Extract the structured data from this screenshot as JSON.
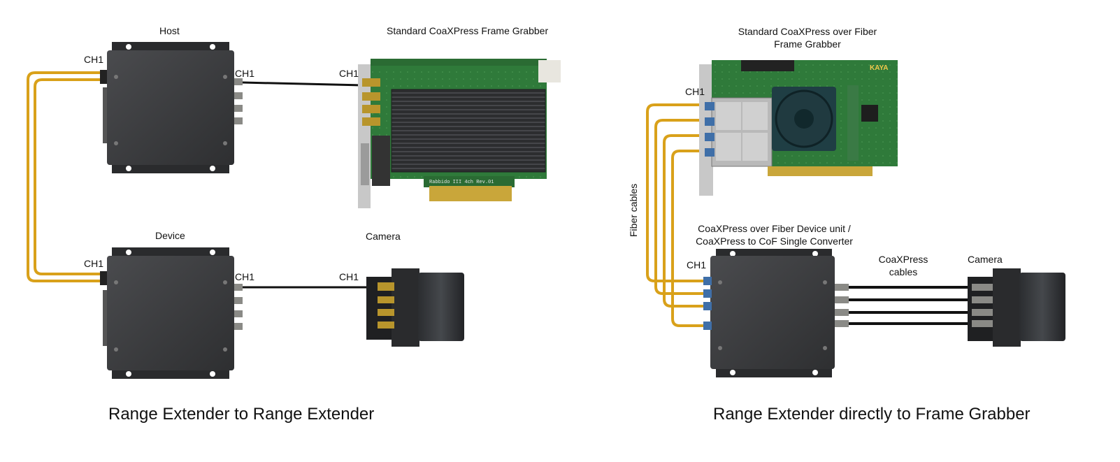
{
  "left": {
    "host_label": "Host",
    "device_label": "Device",
    "frame_grabber_label": "Standard CoaXPress Frame Grabber",
    "camera_label": "Camera",
    "ch_labels": [
      "CH1",
      "CH1",
      "CH1",
      "CH1",
      "CH1",
      "CH1"
    ],
    "caption": "Range Extender to Range Extender",
    "board_marking": "Rabbido III 4ch   Rev.01"
  },
  "right": {
    "frame_grabber_label_line1": "Standard CoaXPress over Fiber",
    "frame_grabber_label_line2": "Frame Grabber",
    "device_label_line1": "CoaXPress over Fiber Device unit /",
    "device_label_line2": "CoaXPress to CoF Single Converter",
    "fiber_label": "Fiber cables",
    "coax_label_line1": "CoaXPress",
    "coax_label_line2": "cables",
    "camera_label": "Camera",
    "ch_labels": [
      "CH1",
      "CH1"
    ],
    "caption": "Range Extender directly to Frame Grabber",
    "brand_logo": "KAYA"
  },
  "colors": {
    "fiber_cable": "#d9a11a",
    "coax_cable": "#111111",
    "box_body": "#3a3b3d",
    "pcb_green": "#2f7a3a",
    "heatsink": "#2a2b2d"
  }
}
